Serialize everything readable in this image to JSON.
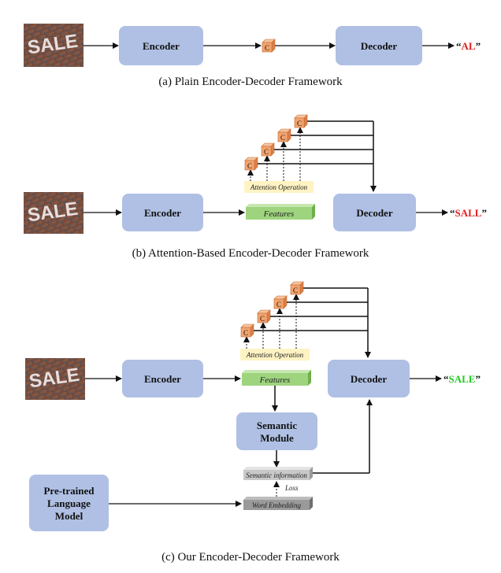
{
  "panel_a": {
    "encoder": "Encoder",
    "c_label": "C",
    "decoder": "Decoder",
    "output_open": "“",
    "output_word": "AL",
    "output_close": "”",
    "caption": "(a)  Plain Encoder-Decoder Framework"
  },
  "panel_b": {
    "encoder": "Encoder",
    "features": "Features",
    "attention": "Attention Operation",
    "c_label": "C",
    "decoder": "Decoder",
    "output_open": "“",
    "output_word": "SALL",
    "output_close": "”",
    "caption": "(b)  Attention-Based Encoder-Decoder Framework"
  },
  "panel_c": {
    "encoder": "Encoder",
    "features": "Features",
    "attention": "Attention Operation",
    "c_label": "C",
    "decoder": "Decoder",
    "semantic_module_line1": "Semantic",
    "semantic_module_line2": "Module",
    "semantic_information": "Semantic information",
    "loss": "Loss",
    "word_embedding": "Word Embedding",
    "plm_line1": "Pre-trained",
    "plm_line2": "Language",
    "plm_line3": "Model",
    "output_open": "“",
    "output_word": "SALE",
    "output_close": "”",
    "caption": "(c)  Our Encoder-Decoder Framework"
  },
  "image_text": "SALE",
  "colors": {
    "box_fill": "#b0c0e4",
    "c_fill": "#f2a46d",
    "c_side": "#d9804a",
    "features_fill": "#9fd47e",
    "attention_fill": "#fff3c4",
    "gray_bar": "#c8c8c8",
    "gray_bar_dark": "#9a9a9a",
    "red_output": "#e02020",
    "green_output": "#22cc22"
  }
}
